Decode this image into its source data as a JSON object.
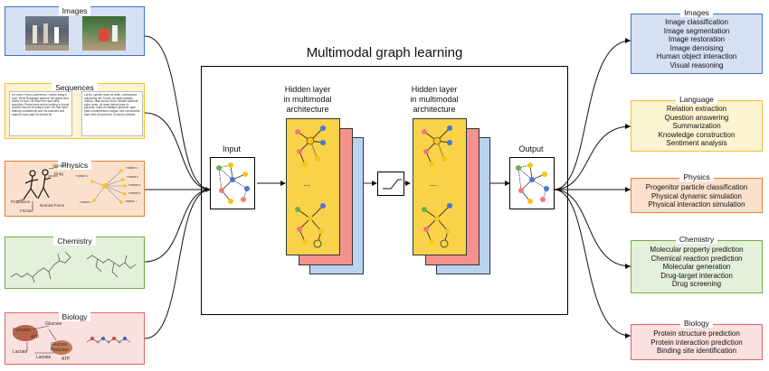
{
  "left_panels": {
    "images": {
      "title": "Images"
    },
    "sequences": {
      "title": "Sequences",
      "text_a": "Re:Race Press Conference. Refine today's race. Rival Roadrage said the full gravel and ready to race. He hope the race went smoothly. Press team and is looking to break another record of today's race. He has been training consistently and his coaches and trainers have said he should be",
      "text_b": "Lorem Lipsum dolor sit amet, consectetur adipiscing elit. Donec sit amet sodales massa, vitae auctor enim. Nullam placerat dolor tortor, sit amet dictum justo in placerat, nulla vel tristique placerat, quis justo condimentum magna, sed consectetur diam felis sit amet est. Vivamus ultricies."
    },
    "physics": {
      "title": "Physics",
      "labels": {
        "velocity": "Velocity",
        "drag": "Drag",
        "propulsion": "Propulsion",
        "normal_force": "Normal Force",
        "friction": "Friction",
        "p1": "Particle 1",
        "p2": "Particle 2",
        "p3": "Particle 3",
        "p4": "Particle 4",
        "p5": "Particle 5",
        "p6": "Particle 6",
        "p7": "Particle 7"
      }
    },
    "chemistry": {
      "title": "Chemistry"
    },
    "biology": {
      "title": "Biology",
      "labels": {
        "glucose": "Glucose",
        "pyruvate": "Pyruvate",
        "atp1": "ATP",
        "atp2": "ATP",
        "lactate1": "Lactate",
        "lactate2": "Lactate",
        "glucose2": "Glucose",
        "pyruvate2": "Pyruvate"
      }
    }
  },
  "center": {
    "title": "Multimodal graph learning",
    "input_label": "Input",
    "hidden1_label": "Hidden layer\nin multimodal\narchitecture",
    "hidden2_label": "Hidden layer\nin multimodal\narchitecture",
    "output_label": "Output",
    "ellipsis": "..."
  },
  "right_panels": {
    "images": {
      "title": "Images",
      "items": [
        "Image classification",
        "Image segmentation",
        "Image restoration",
        "Image denoising",
        "Human object interaction",
        "Visual reasoning"
      ]
    },
    "language": {
      "title": "Language",
      "items": [
        "Relation extraction",
        "Question answering",
        "Summarization",
        "Knowledge construction",
        "Sentiment analysis"
      ]
    },
    "physics": {
      "title": "Physics",
      "items": [
        "Progenitor particle classification",
        "Physical dynamic simulation",
        "Physical interaction simulation"
      ]
    },
    "chemistry": {
      "title": "Chemistry",
      "items": [
        "Molecular property prediction",
        "Chemical reaction prediction",
        "Molecular generation",
        "Drug-target interaction",
        "Drug screening"
      ]
    },
    "biology": {
      "title": "Biology",
      "items": [
        "Protein structure prediction",
        "Protein interaction prediction",
        "Binding site identification"
      ]
    }
  },
  "colors": {
    "blue_fill": "#d5e0f2",
    "blue_edge": "#4472c4",
    "yellow_fill": "#fdf3d0",
    "yellow_edge": "#f2c12e",
    "orange_fill": "#fbe1cd",
    "orange_edge": "#ed7d31",
    "green_fill": "#e4f0da",
    "green_edge": "#70ad47",
    "red_fill": "#fbe0e0",
    "red_edge": "#e06666",
    "layer_yellow": "#fad24a",
    "layer_pink": "#f4928f",
    "layer_blue": "#b9d3ee"
  }
}
